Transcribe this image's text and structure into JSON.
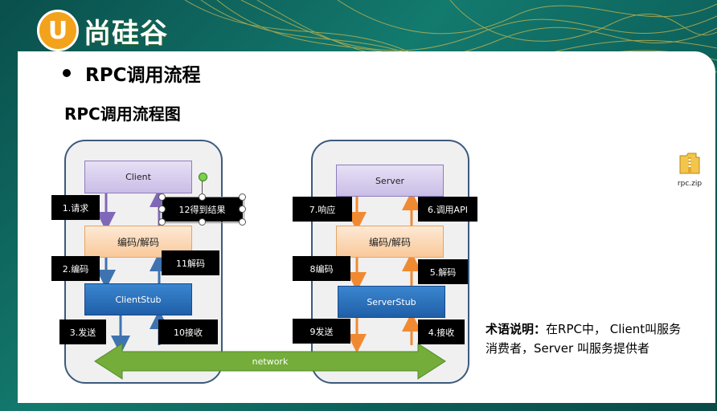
{
  "logo": {
    "mark": "U",
    "text": "尚硅谷"
  },
  "slide": {
    "title": "RPC调用流程",
    "subtitle": "RPC调用流程图"
  },
  "diagram": {
    "client_side": {
      "client": "Client",
      "codec": "编码/解码",
      "stub": "ClientStub"
    },
    "server_side": {
      "server": "Server",
      "codec": "编码/解码",
      "stub": "ServerStub"
    },
    "network": "network",
    "steps": {
      "s1": "1.请求",
      "s2": "2.编码",
      "s3": "3.发送",
      "s4": "4.接收",
      "s5": "5.解码",
      "s6": "6.调用API",
      "s7": "7.响应",
      "s8": "8编码",
      "s9": "9发送",
      "s10": "10接收",
      "s11": "11解码",
      "s12": "12得到结果"
    }
  },
  "terms": {
    "heading": "术语说明：",
    "body": "在RPC中， Client叫服务消费者，Server 叫服务提供者"
  },
  "file": {
    "name": "rpc.zip",
    "icon": "zip-folder-icon"
  },
  "colors": {
    "teal": "#0e5e5a",
    "purple_box": "#c9bde6",
    "orange_box": "#f9c99a",
    "blue_box": "#1f5fa8",
    "arrow_purple": "#8068b8",
    "arrow_blue": "#3f73b0",
    "arrow_orange": "#f08a32",
    "network_green": "#74ad3a"
  }
}
